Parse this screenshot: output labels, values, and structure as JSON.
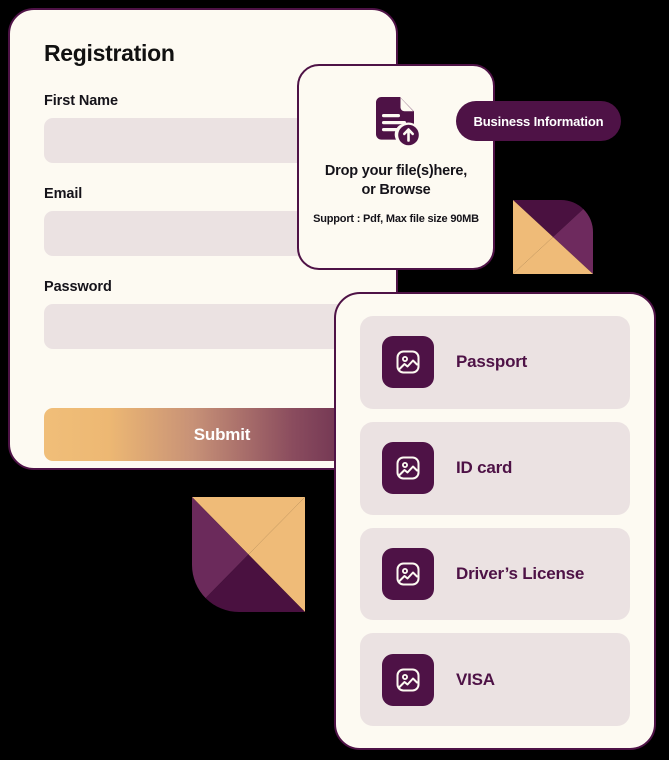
{
  "registration": {
    "title": "Registration",
    "fields": [
      {
        "label": "First Name",
        "value": "",
        "placeholder": ""
      },
      {
        "label": "Email",
        "value": "",
        "placeholder": ""
      },
      {
        "label": "Password",
        "value": "",
        "placeholder": ""
      }
    ],
    "submit_label": "Submit"
  },
  "upload": {
    "icon": "document-upload-icon",
    "main_text_line1": "Drop your file(s)here,",
    "main_text_line2": "or Browse",
    "support_text": "Support : Pdf, Max file size 90MB"
  },
  "badge": {
    "label": "Business Information"
  },
  "documents": {
    "items": [
      {
        "label": "Passport",
        "icon": "image-icon"
      },
      {
        "label": "ID card",
        "icon": "image-icon"
      },
      {
        "label": "Driver’s License",
        "icon": "image-icon"
      },
      {
        "label": "VISA",
        "icon": "image-icon"
      }
    ]
  },
  "colors": {
    "brand_purple": "#4E1246",
    "card_cream": "#FDFAF2",
    "input_pink": "#EBE2E2",
    "accent_gold": "#EFBB78",
    "accent_plum": "#6E2A5E",
    "accent_dark_plum": "#4A1140",
    "background": "#000000"
  }
}
